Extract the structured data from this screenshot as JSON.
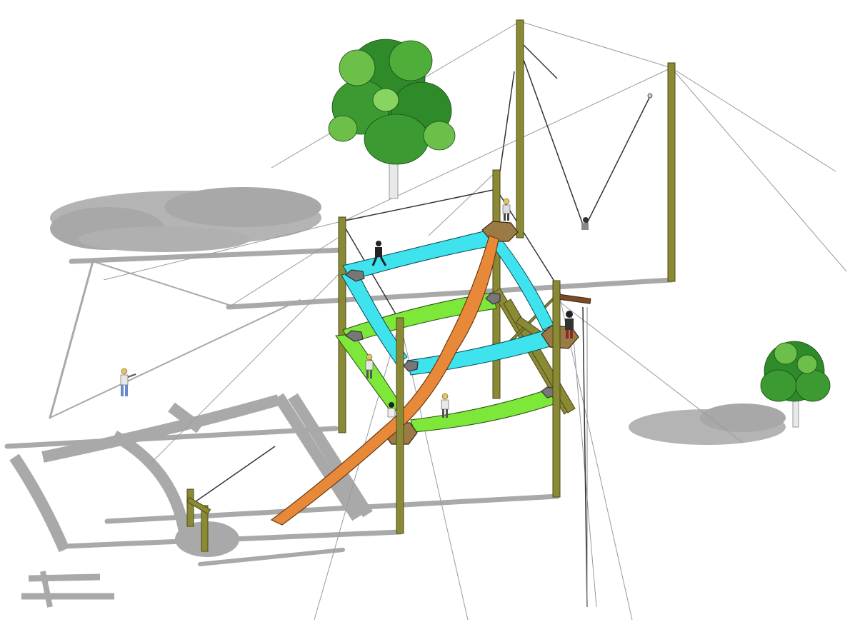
{
  "scene": {
    "subject": "ropes-course-3d-render",
    "colors": {
      "background": "#ffffff",
      "pole": "#8a8a34",
      "pole_edge": "#4a4a18",
      "beam_cyan": "#3fe3ee",
      "beam_green": "#7ee83a",
      "slide_orange": "#e8893a",
      "platform": "#9a7a45",
      "shadow": "#a9a9a9",
      "tree_leaf": "#2f8a2a",
      "tree_leaf_light": "#6cc04a",
      "trunk": "#e6e6e6",
      "cable": "#222222"
    },
    "people_count": 7,
    "tree_count": 2
  }
}
